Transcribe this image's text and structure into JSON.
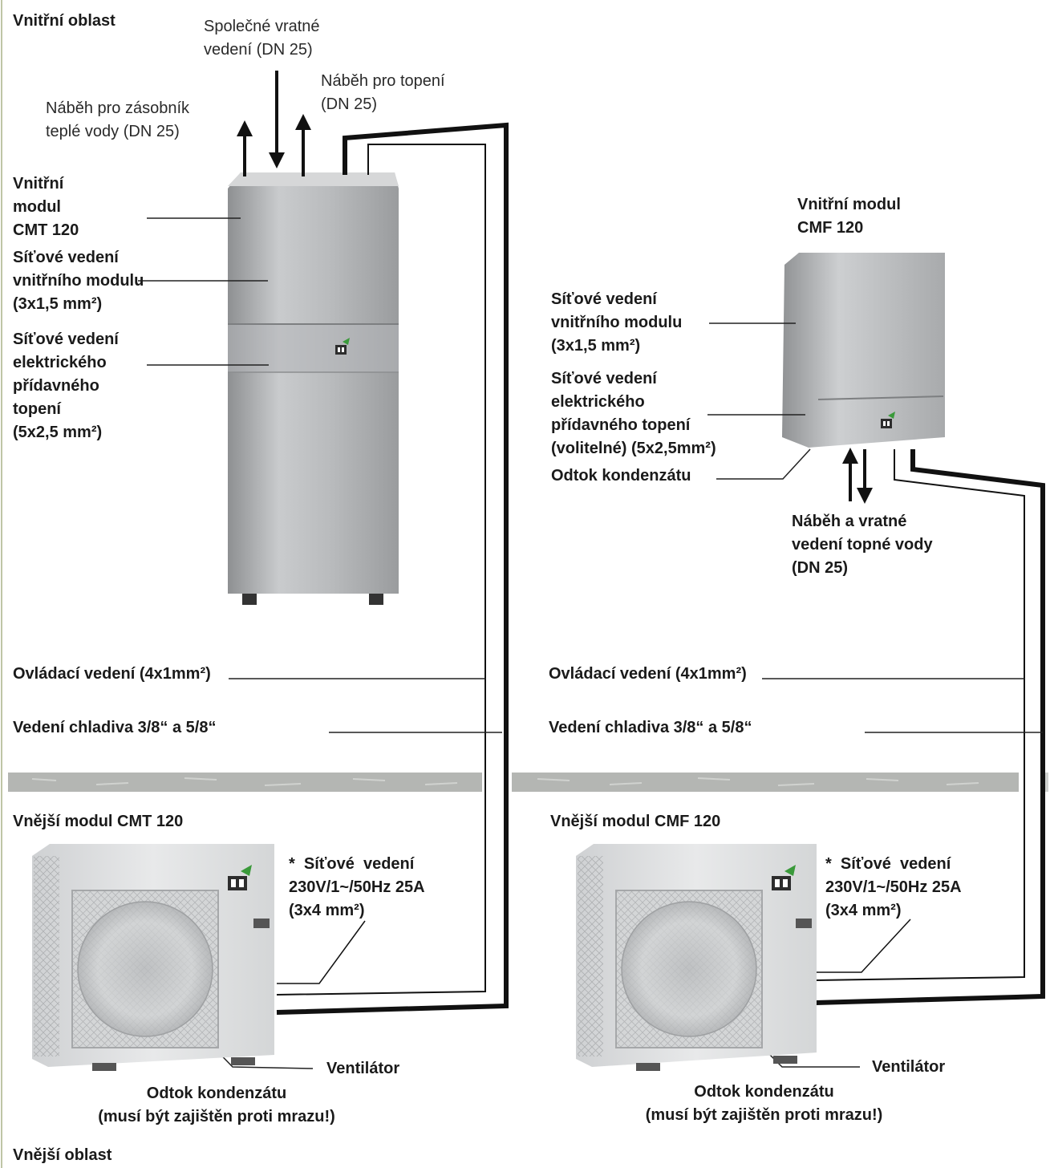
{
  "title_inner": "Vnitřní oblast",
  "title_outer": "Vnější oblast",
  "left": {
    "return_line": [
      "Společné vratné",
      "vedení (DN 25)"
    ],
    "heating_flow": [
      "Náběh pro topení",
      "(DN 25)"
    ],
    "dhw_flow": [
      "Náběh pro zásobník",
      "teplé vody (DN 25)"
    ],
    "indoor_module": [
      "Vnitřní",
      "modul",
      "CMT 120"
    ],
    "power_indoor": [
      "Síťové vedení",
      "vnitřního modulu",
      "(3x1,5 mm²)"
    ],
    "power_heater": [
      "Síťové vedení",
      "elektrického",
      "přídavného",
      "topení",
      "(5x2,5 mm²)"
    ],
    "control_line": "Ovládací vedení (4x1mm²)",
    "refrigerant": "Vedení chladiva 3/8“ a 5/8“",
    "outdoor_module": "Vnější modul CMT 120",
    "outdoor_power": [
      "*  Síťové  vedení",
      "230V/1~/50Hz 25A",
      "(3x4 mm²)"
    ],
    "fan": "Ventilátor",
    "drain": [
      "Odtok kondenzátu",
      "(musí být zajištěn proti mrazu!)"
    ]
  },
  "right": {
    "indoor_module": [
      "Vnitřní modul",
      "CMF 120"
    ],
    "power_indoor": [
      "Síťové vedení",
      "vnitřního modulu",
      "(3x1,5 mm²)"
    ],
    "power_heater": [
      "Síťové vedení",
      "elektrického",
      "přídavného topení",
      "(volitelné) (5x2,5mm²)"
    ],
    "condensate": "Odtok kondenzátu",
    "heating_water": [
      "Náběh a vratné",
      "vedení topné vody",
      "(DN 25)"
    ],
    "control_line": "Ovládací vedení (4x1mm²)",
    "refrigerant": "Vedení chladiva 3/8“ a 5/8“",
    "outdoor_module": "Vnější modul CMF 120",
    "outdoor_power": [
      "*  Síťové  vedení",
      "230V/1~/50Hz 25A",
      "(3x4 mm²)"
    ],
    "fan": "Ventilátor",
    "drain": [
      "Odtok kondenzátu",
      "(musí být zajištěn proti mrazu!)"
    ]
  },
  "colors": {
    "text": "#1a1a1a",
    "pipe": "#111111",
    "unit_body": "#c2c4c6",
    "outdoor_body": "#dfe1e2",
    "wall": "#b4b6b3",
    "logo_green": "#3a9a3a"
  }
}
